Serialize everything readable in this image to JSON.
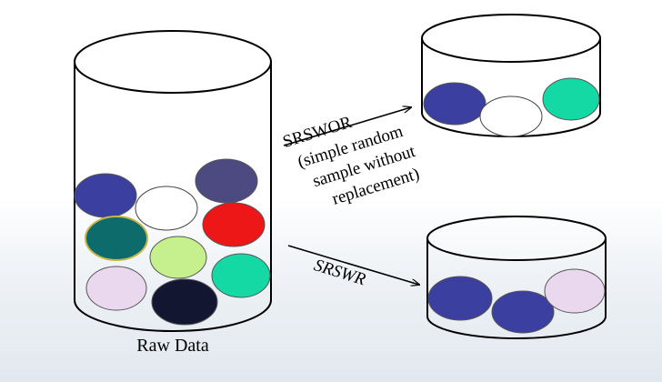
{
  "labels": {
    "raw_data": "Raw Data",
    "srswor": "SRSWOR",
    "srswor_desc": [
      "(simple random",
      "sample without",
      "replacement)"
    ],
    "srswr": "SRSWR"
  },
  "colors": {
    "navy_blue": "#3a3fa0",
    "white": "#ffffff",
    "slate_purple": "#4d4a82",
    "dark_teal": "#0d6b6b",
    "red": "#ee1717",
    "light_green": "#c6f08e",
    "light_pink": "#ead9ee",
    "midnight": "#131630",
    "aqua_green": "#14d9a5"
  },
  "containers": {
    "raw_data": {
      "balls": [
        "navy_blue",
        "white",
        "slate_purple",
        "dark_teal",
        "red",
        "light_green",
        "light_pink",
        "midnight",
        "aqua_green"
      ]
    },
    "srswor": {
      "balls": [
        "navy_blue",
        "white",
        "aqua_green"
      ]
    },
    "srswr": {
      "balls": [
        "navy_blue",
        "navy_blue",
        "light_pink"
      ]
    }
  }
}
